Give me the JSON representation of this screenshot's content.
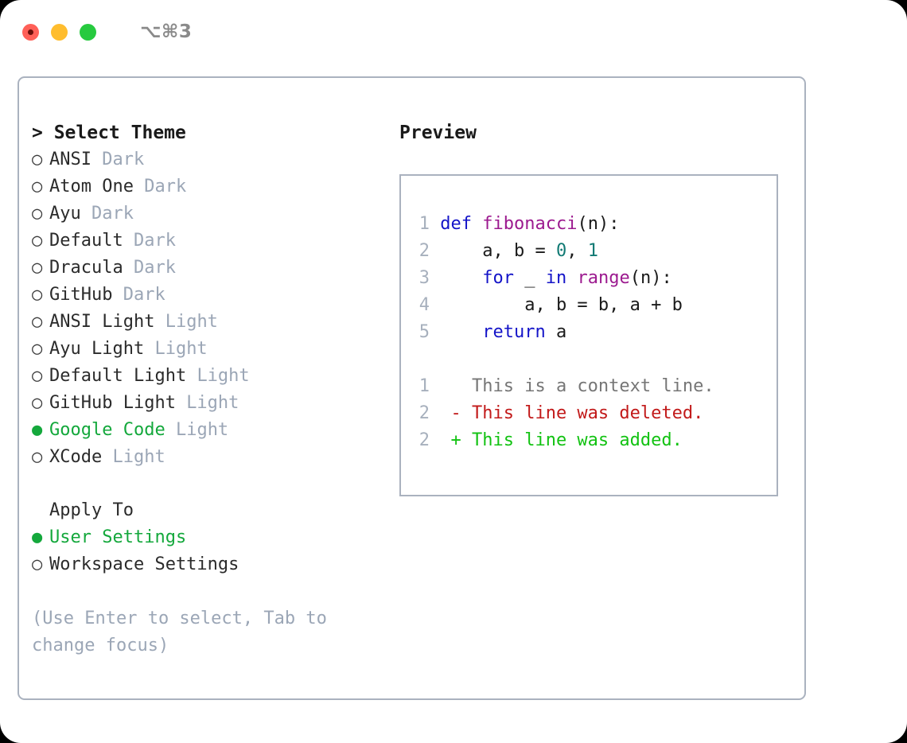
{
  "window": {
    "shortcut": "⌥⌘3",
    "traffic_lights": [
      {
        "name": "close",
        "color": "#ff6058"
      },
      {
        "name": "minimize",
        "color": "#ffbd2e"
      },
      {
        "name": "zoom",
        "color": "#27ca3f"
      }
    ]
  },
  "theme_picker": {
    "header": "> Select Theme",
    "radio_selected": "●",
    "radio_unselected": "○",
    "accent_color": "#14a83c",
    "tag_color": "#9ba6b6",
    "items": [
      {
        "name": "ANSI",
        "tag": "Dark",
        "selected": false
      },
      {
        "name": "Atom One",
        "tag": "Dark",
        "selected": false
      },
      {
        "name": "Ayu",
        "tag": "Dark",
        "selected": false
      },
      {
        "name": "Default",
        "tag": "Dark",
        "selected": false
      },
      {
        "name": "Dracula",
        "tag": "Dark",
        "selected": false
      },
      {
        "name": "GitHub",
        "tag": "Dark",
        "selected": false
      },
      {
        "name": "ANSI Light",
        "tag": "Light",
        "selected": false
      },
      {
        "name": "Ayu Light",
        "tag": "Light",
        "selected": false
      },
      {
        "name": "Default Light",
        "tag": "Light",
        "selected": false
      },
      {
        "name": "GitHub Light",
        "tag": "Light",
        "selected": false
      },
      {
        "name": "Google Code",
        "tag": "Light",
        "selected": true
      },
      {
        "name": "XCode",
        "tag": "Light",
        "selected": false
      }
    ]
  },
  "apply_to": {
    "header": "Apply To",
    "options": [
      {
        "label": "User Settings",
        "selected": true
      },
      {
        "label": "Workspace Settings",
        "selected": false
      }
    ]
  },
  "hint": "(Use Enter to select, Tab to change focus)",
  "preview": {
    "header": "Preview",
    "code_lines": [
      {
        "number": "1",
        "tokens": [
          {
            "text": " ",
            "style": "plain"
          },
          {
            "text": "def",
            "style": "kw"
          },
          {
            "text": " ",
            "style": "plain"
          },
          {
            "text": "fibonacci",
            "style": "fn"
          },
          {
            "text": "(n):",
            "style": "plain"
          }
        ]
      },
      {
        "number": "2",
        "tokens": [
          {
            "text": "     a, b = ",
            "style": "plain"
          },
          {
            "text": "0",
            "style": "num"
          },
          {
            "text": ", ",
            "style": "plain"
          },
          {
            "text": "1",
            "style": "num"
          }
        ]
      },
      {
        "number": "3",
        "tokens": [
          {
            "text": "     ",
            "style": "plain"
          },
          {
            "text": "for",
            "style": "kw"
          },
          {
            "text": " _ ",
            "style": "plain"
          },
          {
            "text": "in",
            "style": "kw"
          },
          {
            "text": " ",
            "style": "plain"
          },
          {
            "text": "range",
            "style": "fn"
          },
          {
            "text": "(n):",
            "style": "plain"
          }
        ]
      },
      {
        "number": "4",
        "tokens": [
          {
            "text": "         a, b = b, a + b",
            "style": "plain"
          }
        ]
      },
      {
        "number": "5",
        "tokens": [
          {
            "text": "     ",
            "style": "plain"
          },
          {
            "text": "return",
            "style": "kw"
          },
          {
            "text": " a",
            "style": "plain"
          }
        ]
      }
    ],
    "diff_lines": [
      {
        "number": "1",
        "marker": " ",
        "text": "This is a context line.",
        "kind": "context"
      },
      {
        "number": "2",
        "marker": "-",
        "text": "This line was deleted.",
        "kind": "deleted"
      },
      {
        "number": "2",
        "marker": "+",
        "text": "This line was added.",
        "kind": "added"
      }
    ],
    "diff_colors": {
      "context": "#767676",
      "deleted": "#c21a1a",
      "added": "#12c212"
    }
  }
}
